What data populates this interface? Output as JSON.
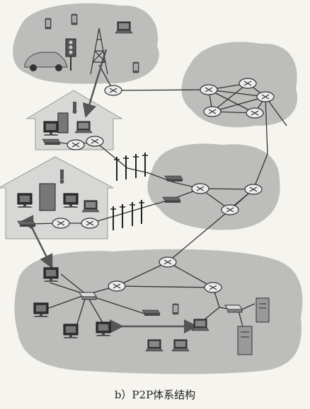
{
  "caption": "b）P2P体系结构",
  "colors": {
    "background": "#f5f4ef",
    "cloud_fill": "#bdbdbb",
    "house_fill": "#d7d7d5",
    "router_fill": "#ececec",
    "line": "#333333",
    "arrow": "#555555"
  },
  "elements": {
    "networks": [
      "mobile-network",
      "tier1-isp",
      "regional-isp",
      "enterprise-network",
      "home-network-upper",
      "home-network-lower"
    ],
    "icons": [
      "car-icon",
      "traffic-light-icon",
      "cell-tower-icon",
      "smartphone-icon",
      "laptop-icon",
      "desktop-pc-icon",
      "refrigerator-icon",
      "thermometer-icon",
      "modem-icon",
      "server-icon",
      "router-icon",
      "utility-pole-icon",
      "tablet-icon"
    ]
  }
}
